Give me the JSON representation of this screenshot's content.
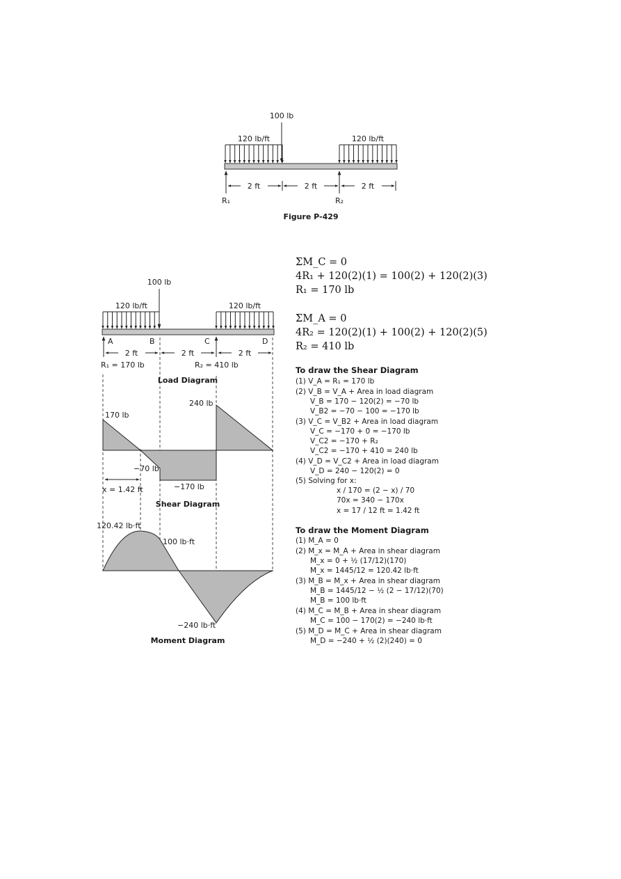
{
  "figure": {
    "point_load": "100 lb",
    "dist_load_left": "120 lb/ft",
    "dist_load_right": "120 lb/ft",
    "dims": [
      "2 ft",
      "2 ft",
      "2 ft"
    ],
    "r1": "R₁",
    "r2": "R₂",
    "caption": "Figure P-429"
  },
  "load_diagram": {
    "point_load": "100 lb",
    "dist_load_left": "120 lb/ft",
    "dist_load_right": "120 lb/ft",
    "points": [
      "A",
      "B",
      "C",
      "D"
    ],
    "dims": [
      "2 ft",
      "2 ft",
      "2 ft"
    ],
    "r1": "R₁ = 170 lb",
    "r2": "R₂ = 410 lb",
    "title": "Load Diagram"
  },
  "shear_diagram": {
    "labels": [
      "170 lb",
      "240 lb",
      "−70 lb",
      "−170 lb"
    ],
    "x_label": "x = 1.42 ft",
    "title": "Shear Diagram"
  },
  "moment_diagram": {
    "labels": [
      "120.42 lb·ft",
      "100 lb·ft",
      "−240 lb·ft"
    ],
    "title": "Moment Diagram"
  },
  "equations": {
    "mc": [
      "ΣM_C = 0",
      "4R₁ + 120(2)(1) = 100(2) + 120(2)(3)",
      "R₁ = 170 lb"
    ],
    "ma": [
      "ΣM_A = 0",
      "4R₂ = 120(2)(1) + 100(2) + 120(2)(5)",
      "R₂ = 410 lb"
    ]
  },
  "shear_steps": {
    "heading": "To draw the Shear Diagram",
    "lines": [
      "(1)  V_A = R₁ = 170 lb",
      "(2)  V_B = V_A + Area in load diagram",
      "V_B = 170 − 120(2) = −70 lb",
      "V_B2 = −70 − 100 = −170 lb",
      "(3)  V_C = V_B2 + Area in load diagram",
      "V_C = −170 + 0 = −170 lb",
      "V_C2 = −170 + R₂",
      "V_C2 = −170 + 410 = 240 lb",
      "(4)  V_D = V_C2 + Area in load diagram",
      "V_D = 240 − 120(2) = 0",
      "(5)  Solving for x:",
      "x / 170 = (2 − x) / 70",
      "70x = 340 − 170x",
      "x = 17 / 12 ft = 1.42 ft"
    ]
  },
  "moment_steps": {
    "heading": "To draw the Moment Diagram",
    "lines": [
      "(1)  M_A = 0",
      "(2)  M_x = M_A + Area in shear diagram",
      "M_x = 0 + ½ (17/12)(170)",
      "M_x = 1445/12 = 120.42 lb·ft",
      "(3)  M_B = M_x + Area in shear diagram",
      "M_B = 1445/12 − ½ (2 − 17/12)(70)",
      "M_B = 100 lb·ft",
      "(4)  M_C = M_B + Area in shear diagram",
      "M_C = 100 − 170(2) = −240 lb·ft",
      "(5)  M_D = M_C + Area in shear diagram",
      "M_D = −240 + ½ (2)(240) = 0"
    ]
  }
}
